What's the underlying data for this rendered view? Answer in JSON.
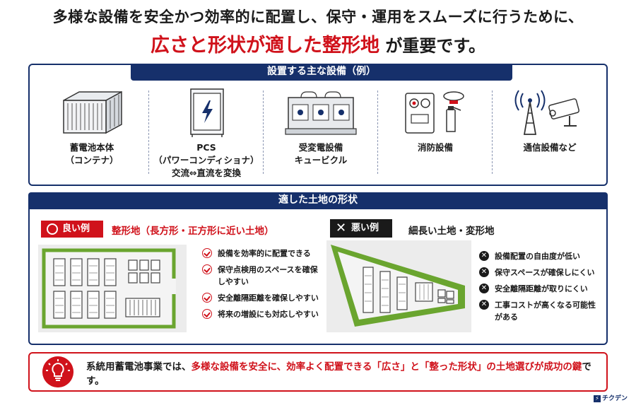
{
  "headline": {
    "line1": "多様な設備を安全かつ効率的に配置し、保守・運用をスムーズに行うために、",
    "line2_highlight": "広さと形状が適した整形地",
    "line2_rest": "が重要です。"
  },
  "equipment_section": {
    "header": "設置する主な設備（例）",
    "items": [
      {
        "line1": "蓄電池本体",
        "line2": "（コンテナ）",
        "line3": "",
        "icon": "battery-container-icon"
      },
      {
        "line1": "PCS",
        "line2": "（パワーコンディショナ）",
        "line3": "交流⇔直流を変換",
        "icon": "pcs-icon"
      },
      {
        "line1": "受変電設備",
        "line2": "キュービクル",
        "line3": "",
        "icon": "cubicle-icon"
      },
      {
        "line1": "消防設備",
        "line2": "",
        "line3": "",
        "icon": "fire-equipment-icon"
      },
      {
        "line1": "通信設備など",
        "line2": "",
        "line3": "",
        "icon": "communication-icon"
      }
    ]
  },
  "land_section": {
    "header": "適した土地の形状",
    "good": {
      "tag": "良い例",
      "title": "整形地（長方形・正方形に近い土地）",
      "points": [
        {
          "text": "設備を効率的に配置できる"
        },
        {
          "text": "保守点検用のスペースを確保しやすい"
        },
        {
          "text": "安全離隔距離を確保しやすい"
        },
        {
          "text": "将来の増設にも対応しやすい"
        }
      ]
    },
    "bad": {
      "tag": "悪い例",
      "title": "細長い土地・変形地",
      "points": [
        {
          "text": "設備配置の自由度が低い"
        },
        {
          "text": "保守スペースが確保しにくい"
        },
        {
          "text": "安全離隔距離が取りにくい"
        },
        {
          "text": "工事コストが高くなる可能性がある"
        }
      ]
    }
  },
  "message": {
    "part1": "系統用蓄電池事業では、",
    "part2_red": "多様な設備を安全に、効率よく配置できる「広さ」と「整った形状」の土地選びが成功の鍵",
    "part3": "です。"
  },
  "logo": {
    "text": "チクデン"
  },
  "colors": {
    "navy": "#16306b",
    "red": "#d0121b",
    "green": "#6aa52f",
    "gray": "#e6e6e6"
  }
}
